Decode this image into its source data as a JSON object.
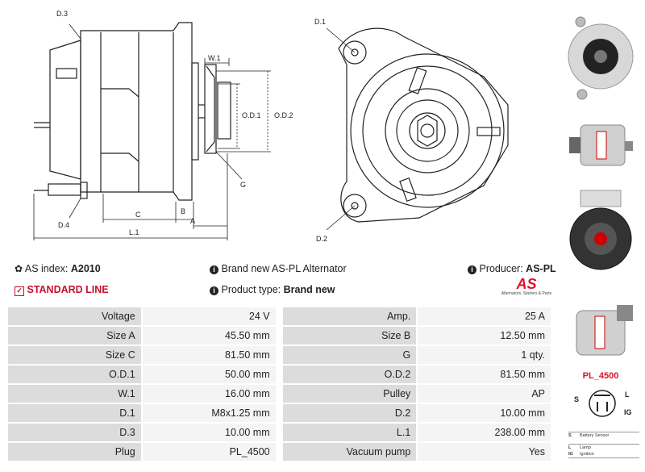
{
  "diagram": {
    "side_labels": {
      "d3": "D.3",
      "w1": "W.1",
      "od1": "O.D.1",
      "od2": "O.D.2",
      "g": "G",
      "d4": "D.4",
      "c": "C",
      "b": "B",
      "a": "A",
      "l1": "L.1"
    },
    "front_labels": {
      "d1": "D.1",
      "d2": "D.2"
    }
  },
  "info": {
    "as_index_label": "AS index:",
    "as_index_value": "A2010",
    "title": "Brand new AS-PL Alternator",
    "producer_label": "Producer:",
    "producer_value": "AS-PL",
    "standard_line": "STANDARD LINE",
    "product_type_label": "Product type:",
    "product_type_value": "Brand new",
    "logo_text": "AS",
    "logo_tagline": "Alternators, Starters & Parts"
  },
  "specs": [
    {
      "l1": "Voltage",
      "v1": "24 V",
      "l2": "Amp.",
      "v2": "25 A"
    },
    {
      "l1": "Size A",
      "v1": "45.50 mm",
      "l2": "Size B",
      "v2": "12.50 mm"
    },
    {
      "l1": "Size C",
      "v1": "81.50 mm",
      "l2": "G",
      "v2": "1 qty."
    },
    {
      "l1": "O.D.1",
      "v1": "50.00 mm",
      "l2": "O.D.2",
      "v2": "81.50 mm"
    },
    {
      "l1": "W.1",
      "v1": "16.00 mm",
      "l2": "Pulley",
      "v2": "AP"
    },
    {
      "l1": "D.1",
      "v1": "M8x1.25 mm",
      "l2": "D.2",
      "v2": "10.00 mm"
    },
    {
      "l1": "D.3",
      "v1": "10.00 mm",
      "l2": "L.1",
      "v2": "238.00 mm"
    },
    {
      "l1": "Plug",
      "v1": "PL_4500",
      "l2": "Vacuum pump",
      "v2": "Yes"
    }
  ],
  "plug": {
    "code": "PL_4500",
    "terminals": {
      "s": "S",
      "l": "L",
      "ig": "IG"
    },
    "legend": [
      {
        "key": "S",
        "text": "Battery Sensor"
      },
      {
        "key": "L",
        "text": "Lamp"
      },
      {
        "key": "IG",
        "text": "Ignition"
      }
    ]
  }
}
